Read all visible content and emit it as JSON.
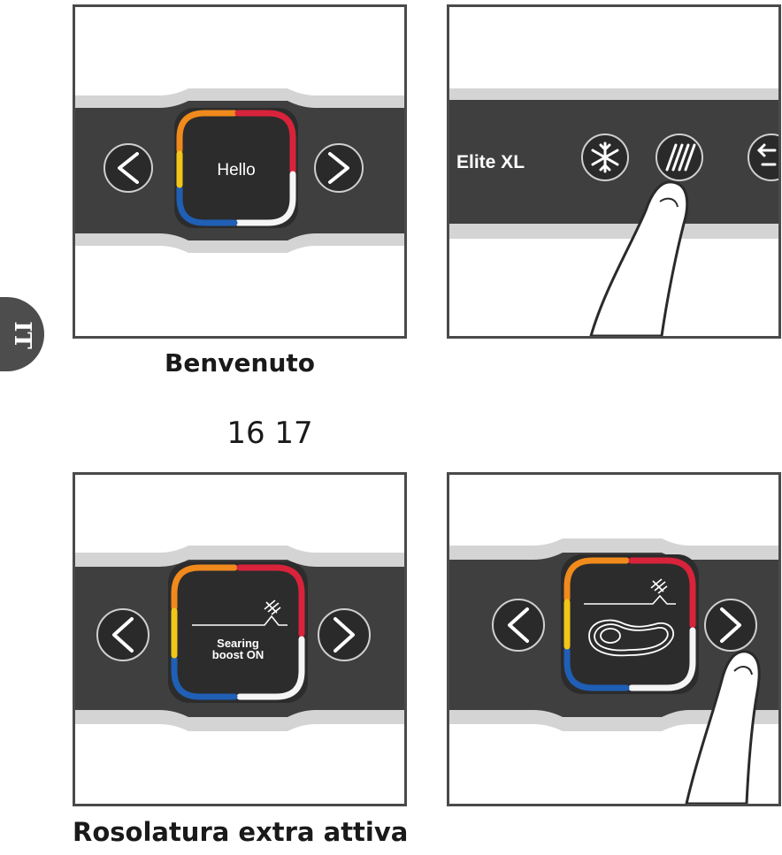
{
  "language_tab": "IT",
  "panels": {
    "welcome": {
      "display_text": "Hello",
      "caption": "Benvenuto"
    },
    "control": {
      "model_label": "Elite XL"
    },
    "searing": {
      "line1": "Searing",
      "line2": "boost ON",
      "caption": "Rosolatura extra attiva"
    }
  },
  "step_numbers": "16 17",
  "colors": {
    "bar": "#3f3f3f",
    "frame": "#4a4a4a",
    "ring_orange": "#f08a1c",
    "ring_red": "#d9233b",
    "ring_yellow": "#f2c619",
    "ring_blue": "#1f5fb5",
    "ring_white": "#f5f5f5"
  },
  "icons": [
    "chevron-left-icon",
    "chevron-right-icon",
    "snowflake-icon",
    "sear-stripes-icon",
    "back-arrow-icon",
    "steak-icon",
    "sear-flame-icon",
    "finger-icon"
  ]
}
